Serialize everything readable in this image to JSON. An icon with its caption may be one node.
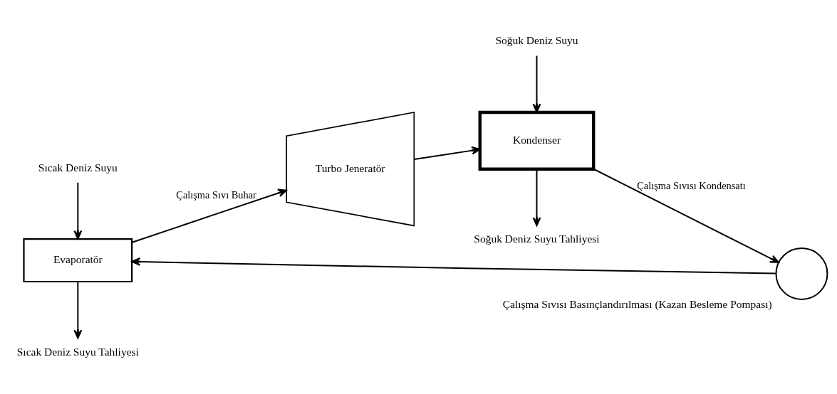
{
  "diagram": {
    "nodes": [
      {
        "text": [
          "Sıcak Deniz Suyu"
        ]
      },
      {
        "text": [
          "Soğuk Deniz Suyu Tahliyesi"
        ]
      },
      {
        "text": [
          "Evaporatör"
        ]
      },
      {
        "text": [
          "Turbo Jeneratör"
        ]
      },
      {
        "text": [
          "Kondenser"
        ]
      },
      {
        "text": [
          "Sıcak Deniz Suyu Tahliyesi"
        ]
      },
      {
        "text": [
          "Soğuk Deniz Suyu"
        ]
      },
      {
        "text": [],
        "shape": "pump",
        "beside": [
          "Çalışma Sıvısı Basınçlandırılması (Kazan Besleme Pompası)"
        ]
      }
    ],
    "edges": [
      {
        "from": 0,
        "to": 2,
        "arrow": "to"
      },
      {
        "from": 2,
        "to": 3,
        "arrow": "to",
        "label": "Çalışma Sıvı Buhar"
      },
      {
        "from": 3,
        "to": 4,
        "arrow": "to"
      },
      {
        "from": 4,
        "to": 1,
        "arrow": "to"
      },
      {
        "from": 2,
        "to": 5,
        "arrow": "to"
      },
      {
        "from": 6,
        "to": 4,
        "arrow": "to"
      },
      {
        "from": 4,
        "to": 7,
        "arrow": "to",
        "label": "Çalışma Sıvısı Kondensatı"
      },
      {
        "from": 7,
        "to": 2,
        "arrow": "to"
      }
    ]
  }
}
